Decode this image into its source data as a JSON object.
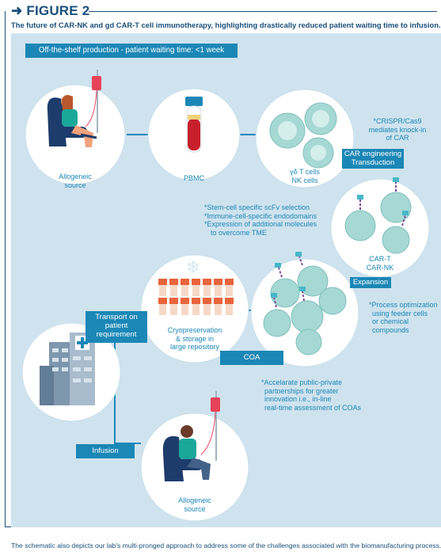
{
  "figure": {
    "label": "FIGURE 2",
    "subtitle": "The future of CAR-NK and gd CAR-T cell immunotherapy, highlighting drastically reduced patient waiting time to infusion.",
    "footer": "The schematic also depicts our lab's multi-pronged approach to address some of the challenges associated with the biomanufacturing process."
  },
  "boxes": {
    "off_the_shelf": "Off-the-shelf production - patient waiting time: <1 week",
    "car_engineering_line1": "CAR engineering",
    "car_engineering_line2": "Transduction",
    "expansion": "Expansion",
    "transport_line1": "Transport on",
    "transport_line2": "patient",
    "transport_line3": "requirement",
    "coa": "COA",
    "infusion": "Infusion"
  },
  "labels": {
    "allogeneic_top_1": "Allogeneic",
    "allogeneic_top_2": "source",
    "pbmc": "PBMC",
    "gd_cells_1": "γδ T cells",
    "gd_cells_2": "NK cells",
    "cart_1": "CAR-T",
    "cart_2": "CAR-NK",
    "cryo_1": "Cryopreservation",
    "cryo_2": "& storage in",
    "cryo_3": "large repository",
    "allogeneic_bottom_1": "Allogeneic",
    "allogeneic_bottom_2": "source"
  },
  "notes": {
    "crispr_1": "*CRISPR/Cas9",
    "crispr_2": "mediates knock-in",
    "crispr_3": "of CAR",
    "stem_1": "*Stem-cell specific scFv selection",
    "stem_2": "*Immune-cell-specific endodomains",
    "stem_3": "*Expression of additional molecules",
    "stem_4": "to overcome TME",
    "process_1": "*Process optimization",
    "process_2": "using feeder cells",
    "process_3": "or chemical",
    "process_4": "compounds",
    "accel_1": "*Accelarate public-private",
    "accel_2": "partnerships for greater",
    "accel_3": "innovation i.e., in-line",
    "accel_4": "real-time assessment of COAs"
  },
  "colors": {
    "accent": "#1b87b6",
    "title_navy": "#1a4f7a",
    "panel": "#cfe3ee",
    "cell": "#a6d8d4"
  }
}
